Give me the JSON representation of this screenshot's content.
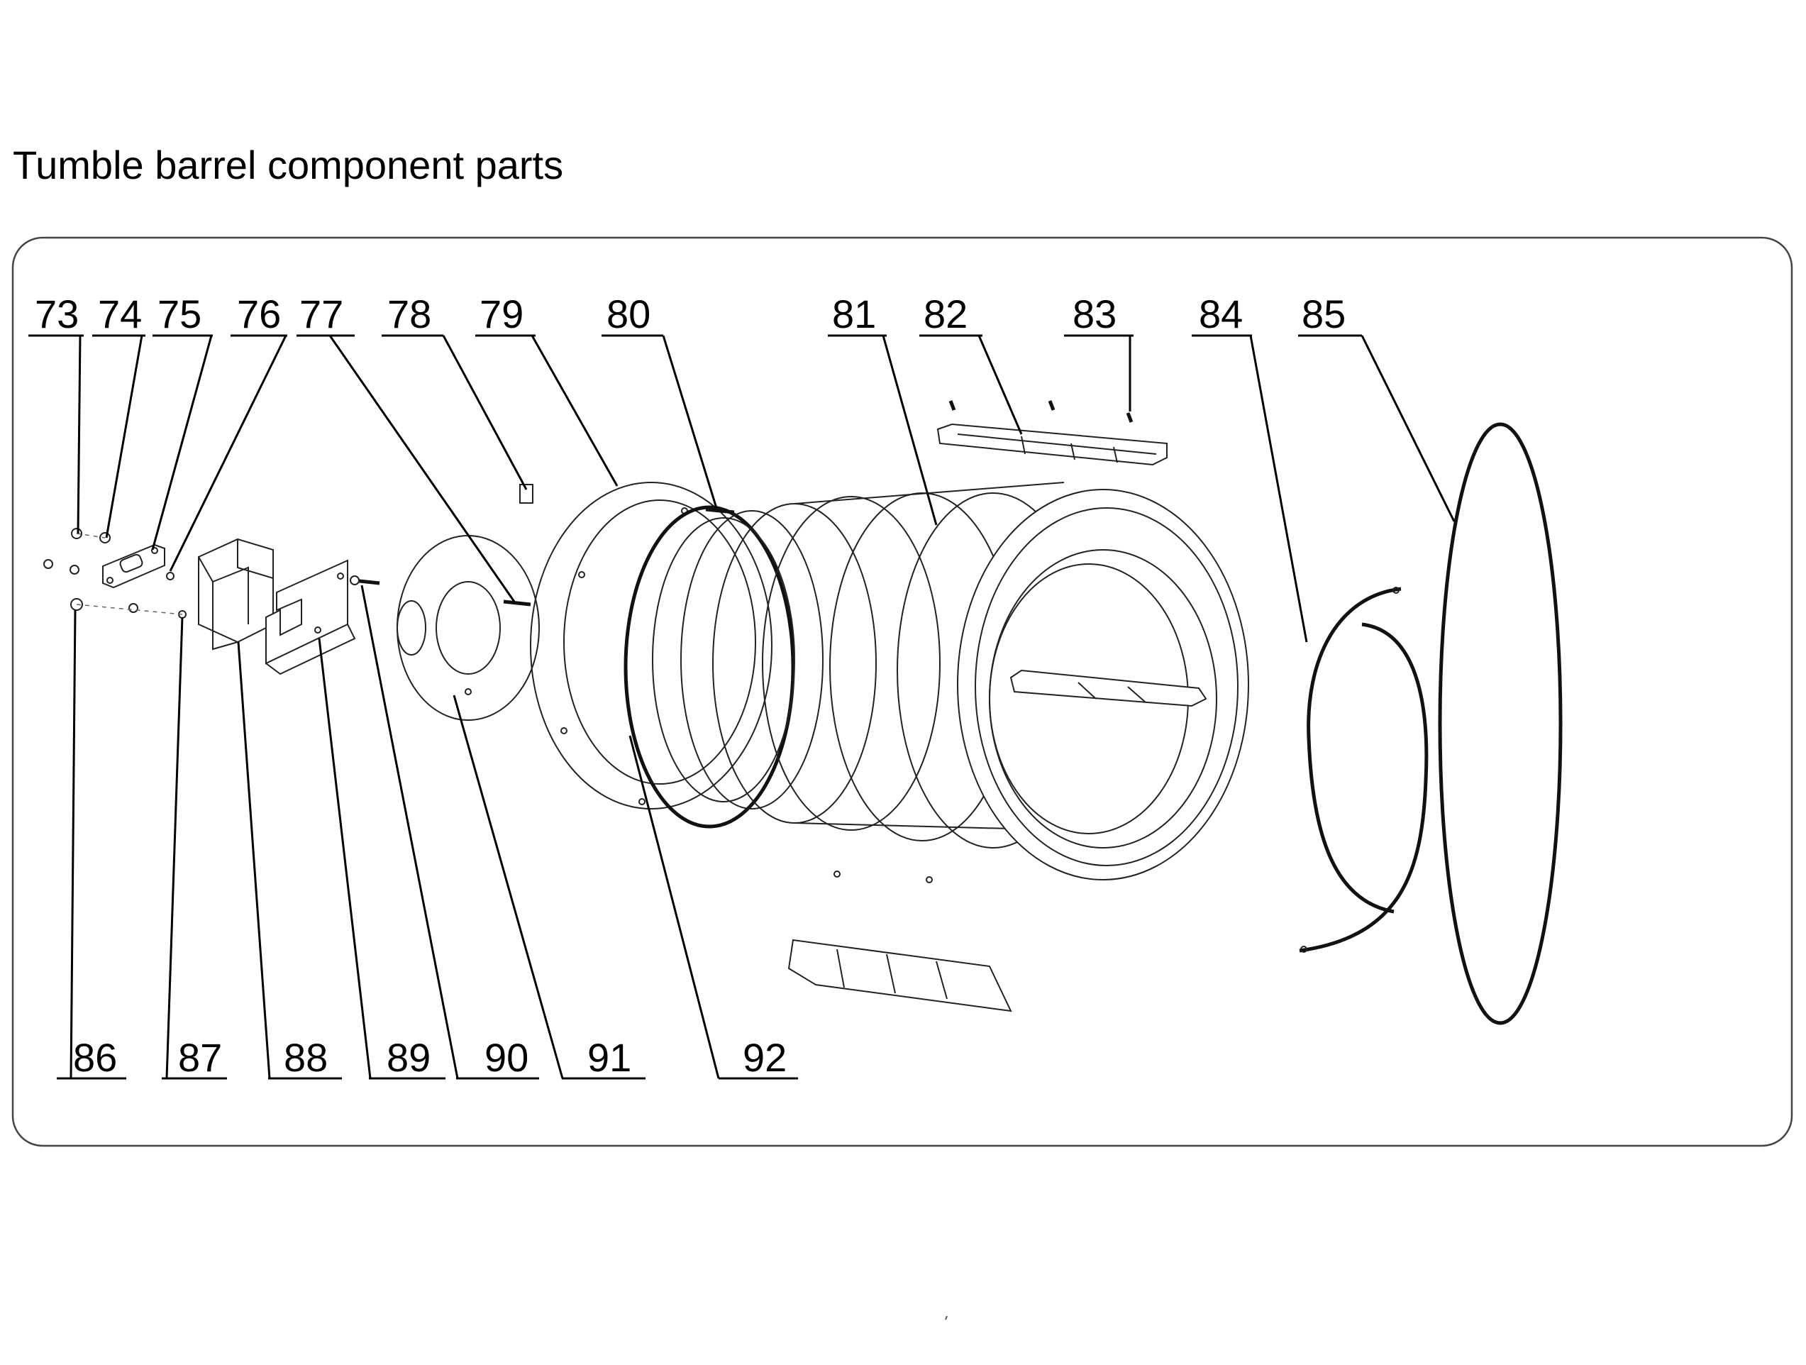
{
  "title": "Tumble barrel component parts",
  "labels_top": [
    "73",
    "74",
    "75",
    "76",
    "77",
    "78",
    "79",
    "80",
    "81",
    "82",
    "83",
    "84",
    "85"
  ],
  "labels_bottom": [
    "86",
    "87",
    "88",
    "89",
    "90",
    "91",
    "92"
  ]
}
